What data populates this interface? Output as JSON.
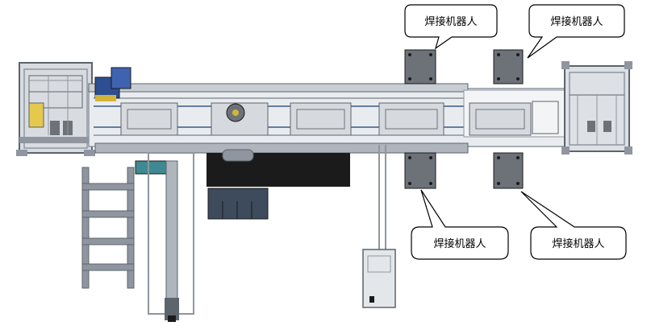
{
  "callouts": {
    "top_left": "焊接机器人",
    "top_right": "焊接机器人",
    "bottom_left": "焊接机器人",
    "bottom_right": "焊接机器人"
  },
  "colors": {
    "frame_gray": "#8f96a0",
    "frame_dark": "#5d646c",
    "light_gray": "#c9ced4",
    "steel_blue": "#3b5a84",
    "motor_blue": "#2e4e92",
    "panel_black": "#1b1b1b",
    "teal": "#3f8a92",
    "robot_base": "#6d7178",
    "machine_yellow": "#d2b43a"
  }
}
